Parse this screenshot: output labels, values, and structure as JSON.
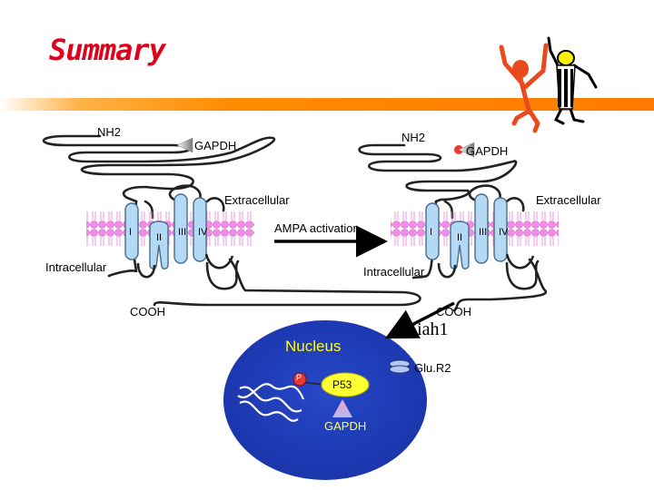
{
  "title": "Summary",
  "left_receptor": {
    "nh2": "NH2",
    "gapdh": "GAPDH",
    "extracellular": "Extracellular",
    "intracellular": "Intracellular",
    "cooh": "COOH",
    "domains": [
      "I",
      "II",
      "III",
      "IV"
    ]
  },
  "right_receptor": {
    "nh2": "NH2",
    "gapdh": "GAPDH",
    "extracellular": "Extracellular",
    "intracellular": "Intracellular",
    "cooh": "COOH",
    "domains": [
      "I",
      "II",
      "III",
      "IV"
    ]
  },
  "arrow_label": "AMPA activation",
  "siah1": "Siah1",
  "nucleus": {
    "title": "Nucleus",
    "phospho": "P",
    "p53": "P53",
    "gapdh": "GAPDH"
  },
  "glur2": "Glu.R2",
  "colors": {
    "title": "#e0001b",
    "nucleus": "#1f3fbd",
    "membrane": "#f08ce6",
    "helix": "#b3d9f5",
    "accent_bar": "#ff8c00",
    "p53": "#ffff33",
    "phospho": "#e8382f"
  }
}
